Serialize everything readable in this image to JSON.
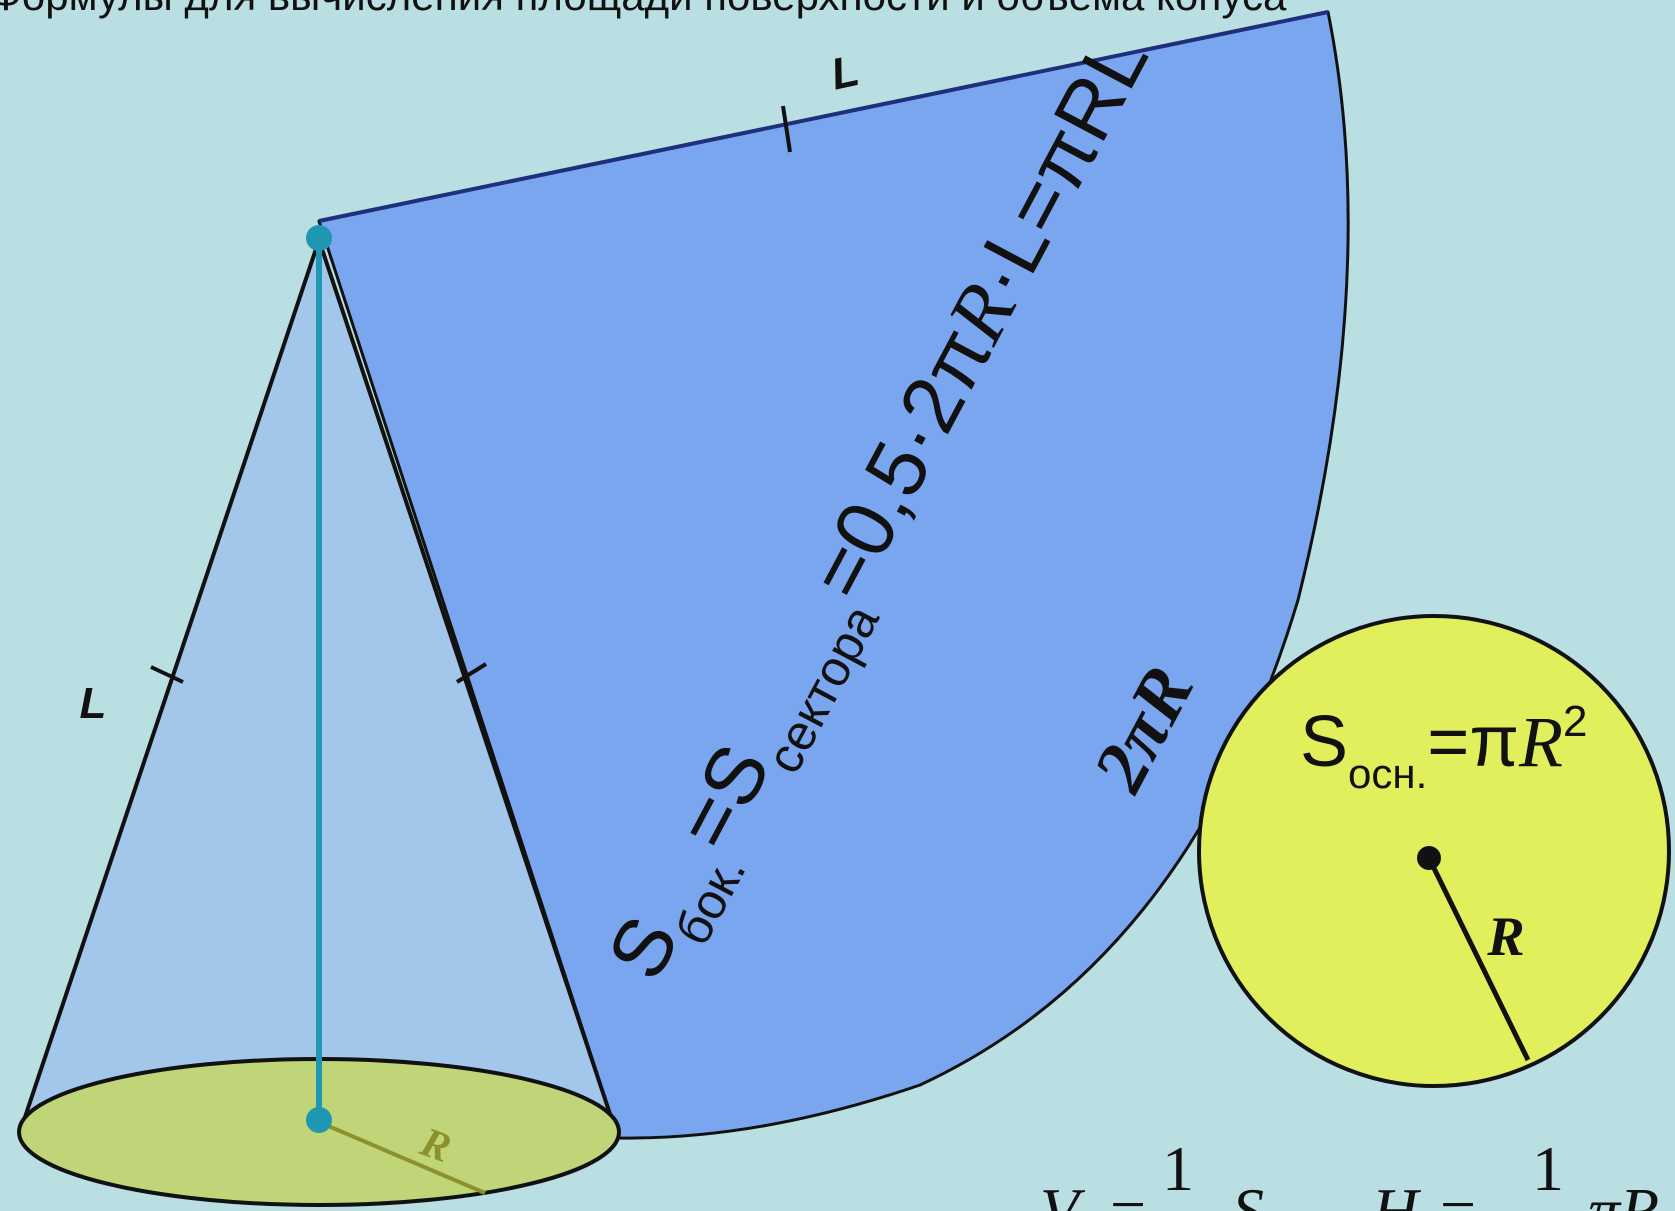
{
  "header": {
    "text": "Формулы для вычисления площади поверхности и объёма конуса"
  },
  "labels": {
    "slant_top": "L",
    "slant_left": "L",
    "radius_cone": "R",
    "radius_circle": "R",
    "arc_length": "2πR"
  },
  "formulas": {
    "lateral": {
      "s1": "S",
      "sub1": "бок.",
      "eq1": "=S",
      "sub2": "сектора",
      "rest1": "=0,5·2π",
      "r": "R",
      "dot": "·",
      "l": "L",
      "eq2": "=π",
      "rl": "RL"
    },
    "base": {
      "s": "S",
      "sub": "осн.",
      "eq": "=π",
      "r": "R",
      "exp": "2"
    },
    "volume": {
      "v": "V",
      "eq1": "=",
      "num1": "1",
      "s": "S",
      "h": "H",
      "eq2": "=",
      "num2": "1",
      "pi_r": "πR"
    }
  },
  "colors": {
    "background": "#b9dfe2",
    "sector_fill": "#7aa6ef",
    "cone_fill": "#a2c7ea",
    "cone_base_fill": "#bfd578",
    "base_circle_fill": "#e2ef5c",
    "height_line": "#1e97b2",
    "outline": "#111111",
    "radius_olive": "#8c9130"
  }
}
